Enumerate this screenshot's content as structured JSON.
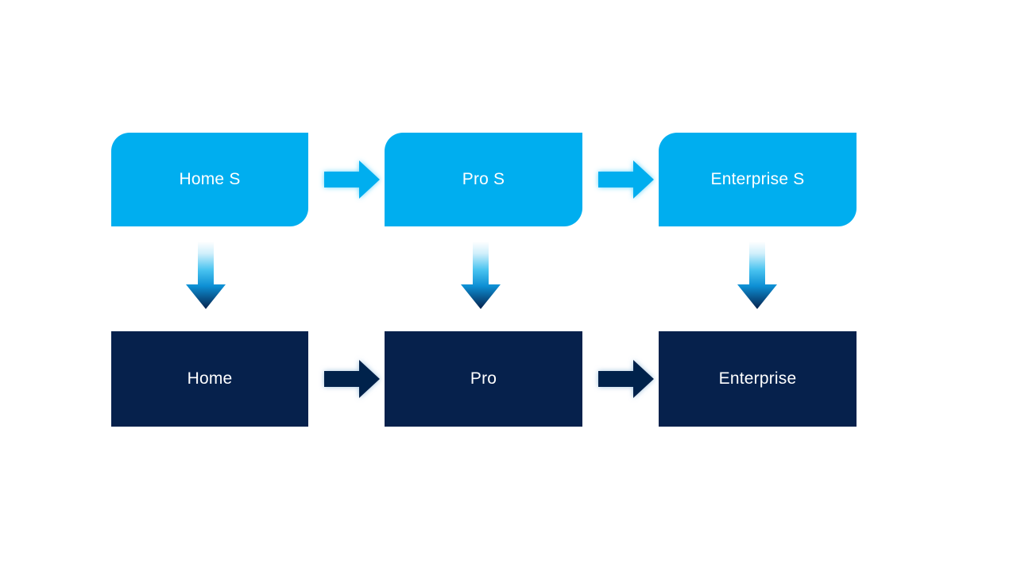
{
  "diagram": {
    "type": "process-flow",
    "background_color": "#FFFFFF",
    "colors": {
      "service_box": "#00AEEF",
      "product_box": "#06214C",
      "arrow_light": "#00AEEF",
      "arrow_dark": "#06214C",
      "gradient_top": "#FFFFFF",
      "gradient_mid": "#29ABE2",
      "gradient_bottom": "#06214C",
      "label_text": "#FFFFFF"
    },
    "rows": [
      {
        "row_name": "services",
        "style": "rounded-diagonal-corners",
        "nodes": [
          {
            "label": "Home S"
          },
          {
            "label": "Pro S"
          },
          {
            "label": "Enterprise S"
          }
        ]
      },
      {
        "row_name": "products",
        "style": "rectangle",
        "nodes": [
          {
            "label": "Home"
          },
          {
            "label": "Pro"
          },
          {
            "label": "Enterprise"
          }
        ]
      }
    ],
    "connectors": {
      "horizontal": [
        {
          "icon": "arrow-right-icon",
          "from": "Home S",
          "to": "Pro S",
          "color": "#00AEEF"
        },
        {
          "icon": "arrow-right-icon",
          "from": "Pro S",
          "to": "Enterprise S",
          "color": "#00AEEF"
        },
        {
          "icon": "arrow-right-icon",
          "from": "Home",
          "to": "Pro",
          "color": "#06214C"
        },
        {
          "icon": "arrow-right-icon",
          "from": "Pro",
          "to": "Enterprise",
          "color": "#06214C"
        }
      ],
      "vertical": [
        {
          "icon": "arrow-down-icon",
          "from": "Home S",
          "to": "Home",
          "fill": "gradient"
        },
        {
          "icon": "arrow-down-icon",
          "from": "Pro S",
          "to": "Pro",
          "fill": "gradient"
        },
        {
          "icon": "arrow-down-icon",
          "from": "Enterprise S",
          "to": "Enterprise",
          "fill": "gradient"
        }
      ]
    }
  }
}
